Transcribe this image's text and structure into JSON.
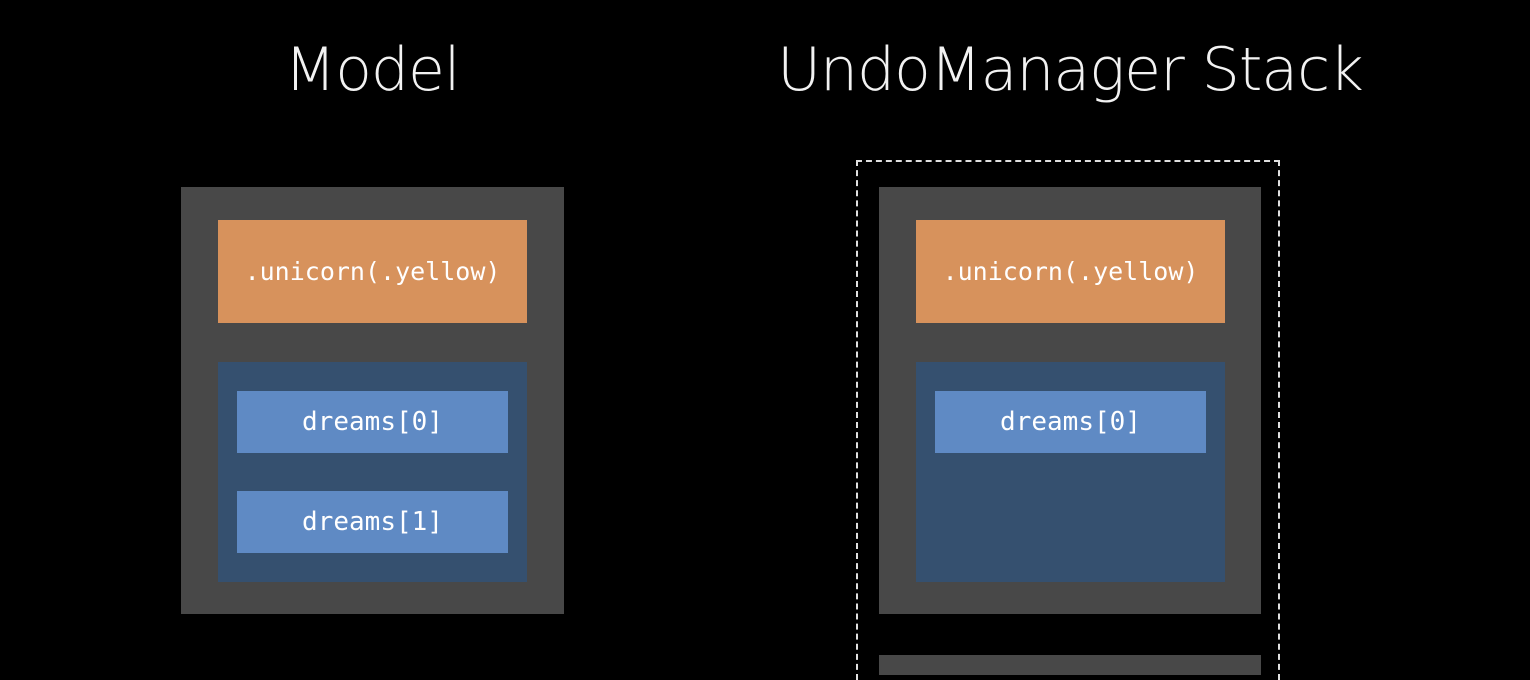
{
  "model": {
    "title": "Model",
    "enum_label": ".unicorn(.yellow)",
    "items": [
      "dreams[0]",
      "dreams[1]"
    ]
  },
  "undo_stack": {
    "title": "UndoManager Stack",
    "enum_label": ".unicorn(.yellow)",
    "items": [
      "dreams[0]"
    ]
  },
  "colors": {
    "background": "#000000",
    "panel": "#484848",
    "enum_fill": "#d7925c",
    "array_fill": "#35506f",
    "item_fill": "#5f8ac4",
    "text": "#ffffff"
  }
}
